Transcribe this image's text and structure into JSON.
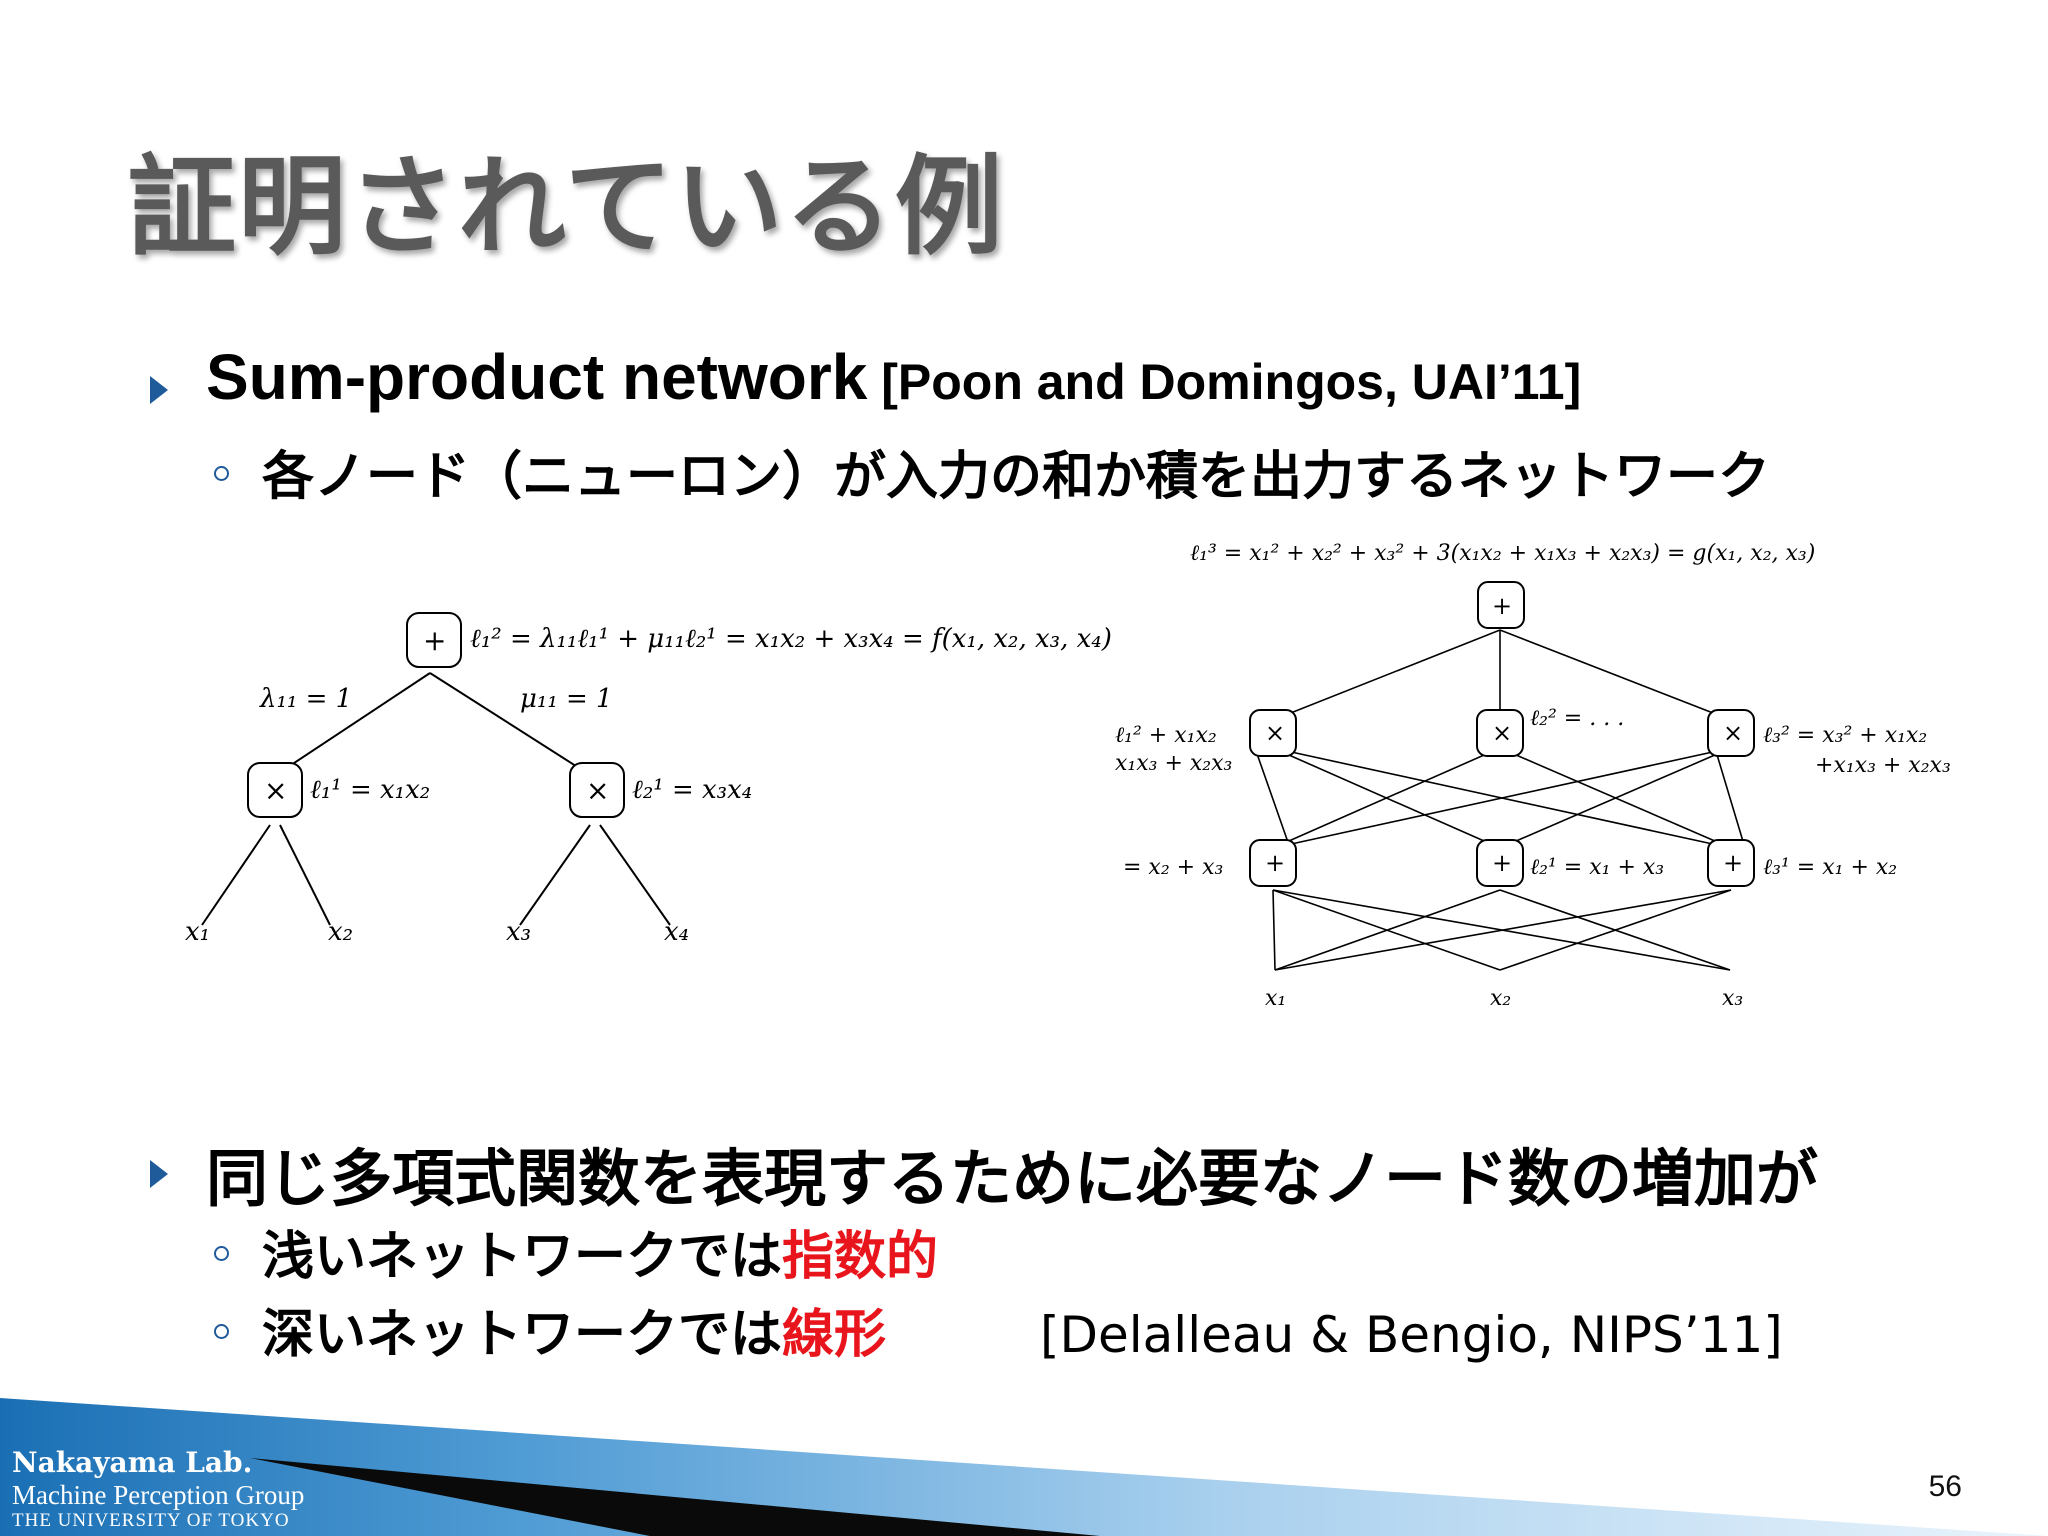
{
  "slide": {
    "title": "証明されている例",
    "bullets": [
      {
        "main": "Sum-product network",
        "cite": " [Poon and Domingos, UAI’11]",
        "sub": "各ノード（ニューロン）が入力の和か積を出力するネットワーク"
      },
      {
        "main": "同じ多項式関数を表現するために必要なノード数の増加が",
        "sub1_prefix": "浅いネットワークでは",
        "sub1_highlight": "指数的",
        "sub2_prefix": "深いネットワークでは",
        "sub2_highlight": "線形",
        "cite": "[Delalleau & Bengio, NIPS’11]"
      }
    ],
    "footer": {
      "lab_name": "Nakayama Lab.",
      "group": "Machine Perception Group",
      "university": "THE UNIVERSITY OF TOKYO",
      "page_number": "56"
    },
    "colors": {
      "bullet": "#1f5a9a",
      "highlight": "#e8161c",
      "title": "#5a5a5a"
    }
  },
  "left_diagram": {
    "top_node": "+",
    "top_eq": "ℓ₁² = λ₁₁ℓ₁¹ + μ₁₁ℓ₂¹ = x₁x₂ + x₃x₄ = f(x₁, x₂, x₃, x₄)",
    "lambda_label": "λ₁₁ = 1",
    "mu_label": "μ₁₁ = 1",
    "mid_left_node": "×",
    "mid_left_eq": "ℓ₁¹ = x₁x₂",
    "mid_right_node": "×",
    "mid_right_eq": "ℓ₂¹ = x₃x₄",
    "inputs": [
      "x₁",
      "x₂",
      "x₃",
      "x₄"
    ]
  },
  "right_diagram": {
    "top_eq": "ℓ₁³ = x₁² + x₂² + x₃² + 3(x₁x₂ + x₁x₃ + x₂x₃) = g(x₁, x₂, x₃)",
    "top_node": "+",
    "layer2_nodes": [
      "×",
      "×",
      "×"
    ],
    "layer2_left_eq_a": "ℓ₁² + x₁x₂",
    "layer2_left_eq_b": "x₁x₃ + x₂x₃",
    "layer2_mid_eq": "ℓ₂² = . . .",
    "layer2_right_eq_a": "ℓ₃² = x₃² + x₁x₂",
    "layer2_right_eq_b": "+x₁x₃ + x₂x₃",
    "layer1_nodes": [
      "+",
      "+",
      "+"
    ],
    "layer1_left_eq": "= x₂ + x₃",
    "layer1_mid_eq": "ℓ₂¹ = x₁ + x₃",
    "layer1_right_eq": "ℓ₃¹ = x₁ + x₂",
    "inputs": [
      "x₁",
      "x₂",
      "x₃"
    ]
  }
}
